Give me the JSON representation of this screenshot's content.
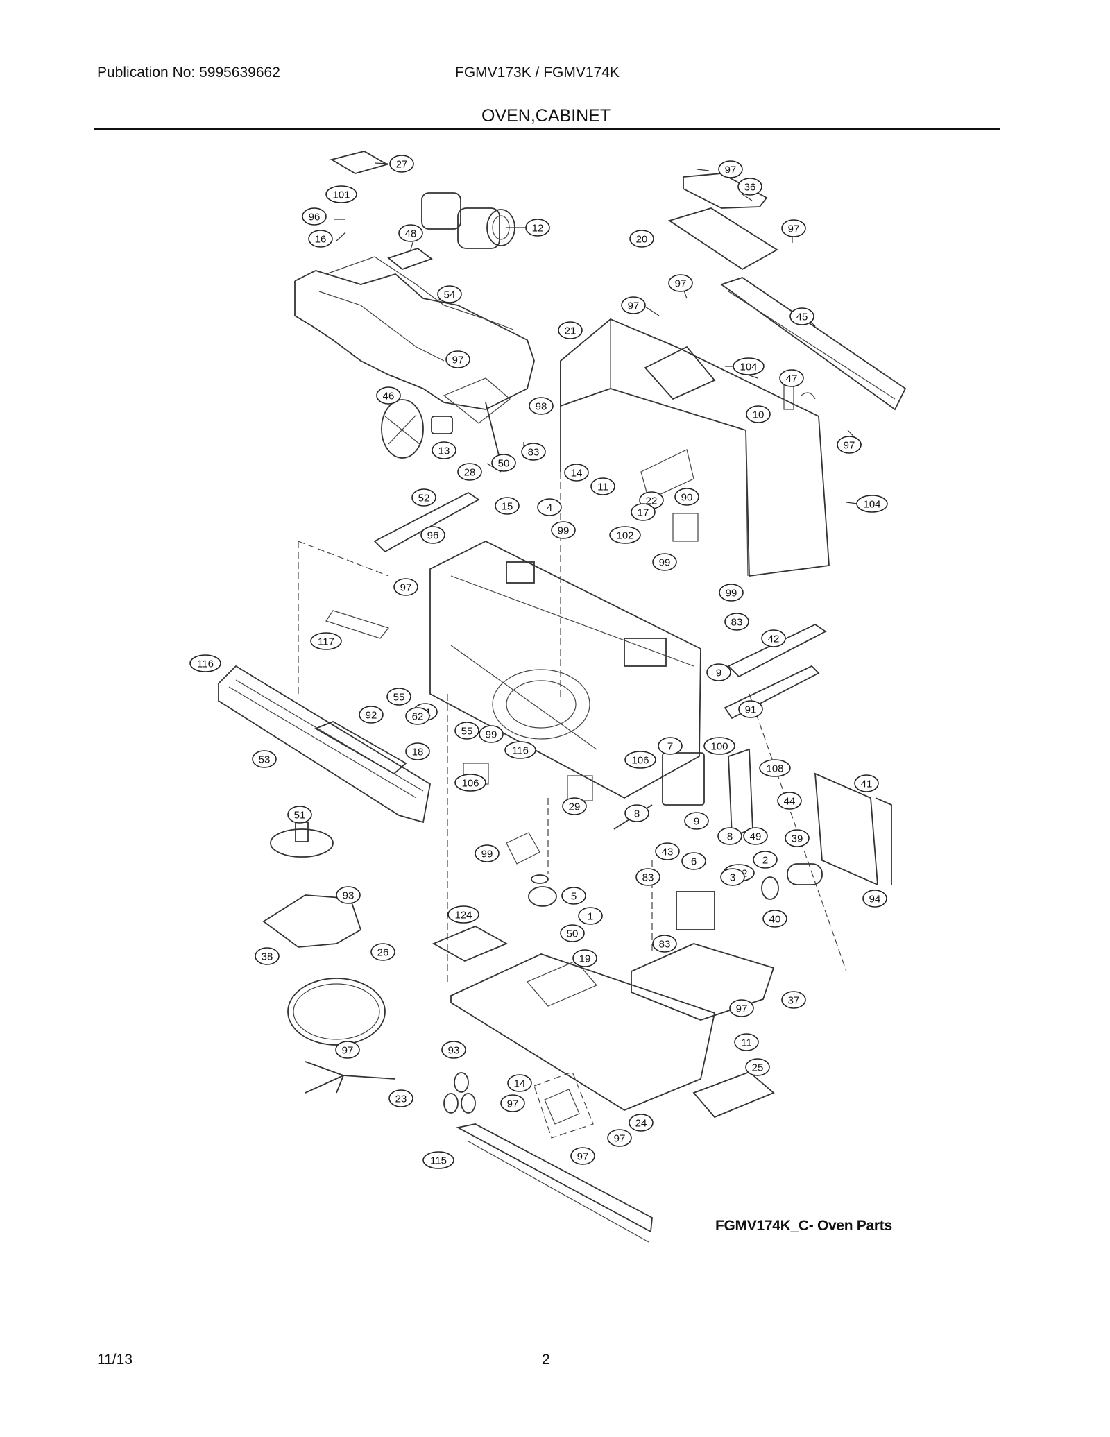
{
  "header": {
    "publication": "Publication No: 5995639662",
    "model": "FGMV173K / FGMV174K",
    "section_title": "OVEN,CABINET"
  },
  "diagram_caption": "FGMV174K_C- Oven Parts",
  "footer": {
    "date": "11/13",
    "page_number": "2"
  },
  "callouts": [
    "27",
    "101",
    "96",
    "16",
    "12",
    "48",
    "54",
    "97",
    "46",
    "98",
    "13",
    "97",
    "36",
    "20",
    "97",
    "97",
    "97",
    "45",
    "21",
    "104",
    "47",
    "10",
    "97",
    "104",
    "22",
    "90",
    "50",
    "83",
    "28",
    "14",
    "11",
    "4",
    "52",
    "15",
    "99",
    "102",
    "17",
    "96",
    "97",
    "99",
    "99",
    "117",
    "83",
    "42",
    "9",
    "116",
    "55",
    "61",
    "92",
    "62",
    "55",
    "99",
    "116",
    "18",
    "53",
    "91",
    "7",
    "100",
    "106",
    "106",
    "29",
    "8",
    "108",
    "9",
    "44",
    "8",
    "49",
    "41",
    "51",
    "99",
    "43",
    "2",
    "39",
    "6",
    "102",
    "83",
    "3",
    "5",
    "1",
    "40",
    "93",
    "124",
    "83",
    "50",
    "94",
    "38",
    "26",
    "19",
    "97",
    "37",
    "97",
    "11",
    "93",
    "25",
    "14",
    "23",
    "97",
    "24",
    "97",
    "97",
    "115"
  ]
}
